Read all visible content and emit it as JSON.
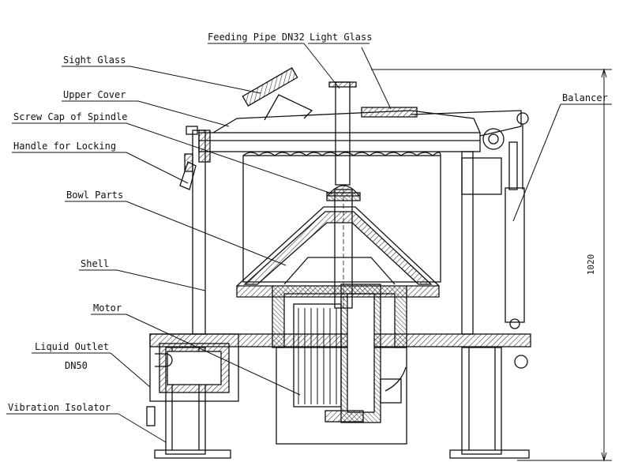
{
  "labels": {
    "feeding_pipe": "Feeding Pipe DN32",
    "light_glass": "Light Glass",
    "sight_glass": "Sight Glass",
    "upper_cover": "Upper Cover",
    "screw_cap": "Screw Cap of Spindle",
    "handle_locking": "Handle for Locking",
    "bowl_parts": "Bowl Parts",
    "shell": "Shell",
    "motor": "Motor",
    "liquid_outlet": "Liquid Outlet",
    "liquid_outlet_size": "DN50",
    "vibration_isolator": "Vibration Isolator",
    "balancer": "Balancer"
  },
  "dimension": {
    "height": "1020"
  },
  "colors": {
    "line": "#111111",
    "hatch": "#333333",
    "background": "#ffffff"
  }
}
